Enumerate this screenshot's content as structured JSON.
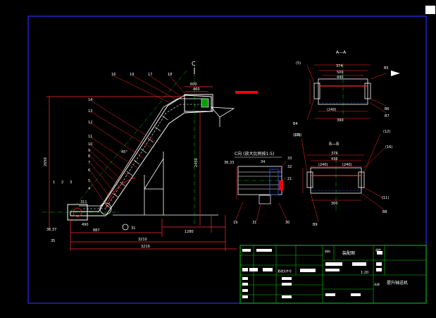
{
  "colors": {
    "background": "#000000",
    "frame": "#2b2bff",
    "outline": "#ffffff",
    "dimension": "#ff2b2b",
    "centerline": "#00d000",
    "hidden": "#2b5bff",
    "titleblock": "#00c800",
    "highlight": "#ff0000"
  },
  "main_view": {
    "section_marker": "C",
    "leader_numbers": [
      "14",
      "13",
      "12",
      "11",
      "10",
      "9",
      "8",
      "7",
      "6",
      "5",
      "4",
      "1",
      "2",
      "3",
      "36,37",
      "35",
      "19",
      "17",
      "18"
    ],
    "top_number_left": "16",
    "dims": {
      "total_height": "2650",
      "vertical_mid": "2450",
      "overall_width": "3210",
      "overall_length": "3219",
      "base_span": "1280",
      "base_left": "887",
      "base_seg": "490",
      "top_1": "600",
      "top_2": "460",
      "small_w": "311",
      "angle_note": "45°",
      "bottom_num": "31"
    }
  },
  "view_c": {
    "title": "C向 (放大比例按1:5)",
    "labels": [
      "36,33",
      "34",
      "33",
      "32",
      "31",
      "30",
      "21",
      "19"
    ]
  },
  "view_aa": {
    "title": "A—A",
    "labels": [
      "(5)",
      "B5",
      "B6",
      "B7",
      "B4",
      "(15)"
    ],
    "dims": [
      "374",
      "500",
      "440",
      "(240)",
      "390"
    ]
  },
  "view_bb": {
    "title": "B—B",
    "labels": [
      "(15)",
      "(11)",
      "(12)",
      "(16)",
      "B8",
      "B9"
    ],
    "dims": [
      "374",
      "436",
      "(240)",
      "(240)",
      "300"
    ]
  },
  "title_block": {
    "drawing_name": "装配图",
    "scale": "1:20",
    "product_name": "提升轴送机",
    "material_label": "材料",
    "part_label": "部件",
    "designer_label": "图号",
    "scale_label": "比例",
    "name_label": "名称",
    "seq_label": "更改文件号"
  }
}
